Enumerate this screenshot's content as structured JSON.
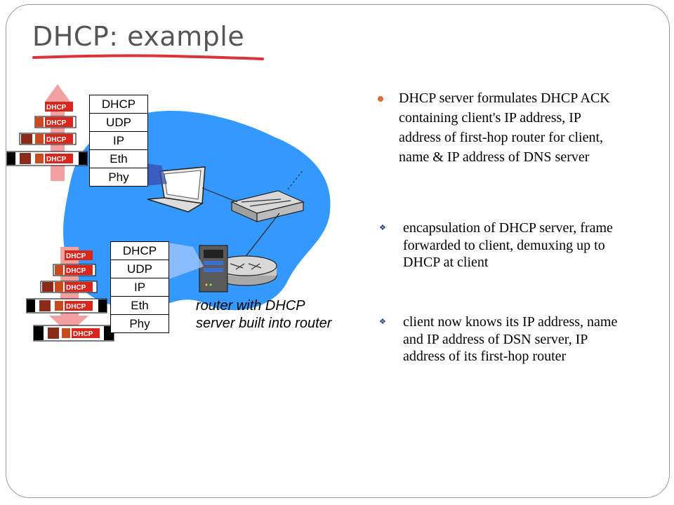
{
  "title": "DHCP: example",
  "client_stack": {
    "layers": [
      "DHCP",
      "UDP",
      "IP",
      "Eth",
      "Phy"
    ]
  },
  "server_stack": {
    "layers": [
      "DHCP",
      "UDP",
      "IP",
      "Eth",
      "Phy"
    ]
  },
  "packet_label": "DHCP",
  "router_caption": "router with DHCP server built into router",
  "bullets": {
    "main": "DHCP server formulates DHCP ACK containing client's IP address, IP address of first-hop router for client, name & IP address of DNS server",
    "sub": [
      "encapsulation of DHCP server, frame forwarded to client, demuxing up to DHCP at client",
      "client now knows its IP address, name and IP address of DSN server, IP address of its first-hop router"
    ]
  },
  "colors": {
    "title": "#555555",
    "underline": "#d9343a",
    "cloud": "#3399ff",
    "bullet": "#e06c2a",
    "arrow": "#f2a0a0",
    "packet": "#d9261c"
  }
}
